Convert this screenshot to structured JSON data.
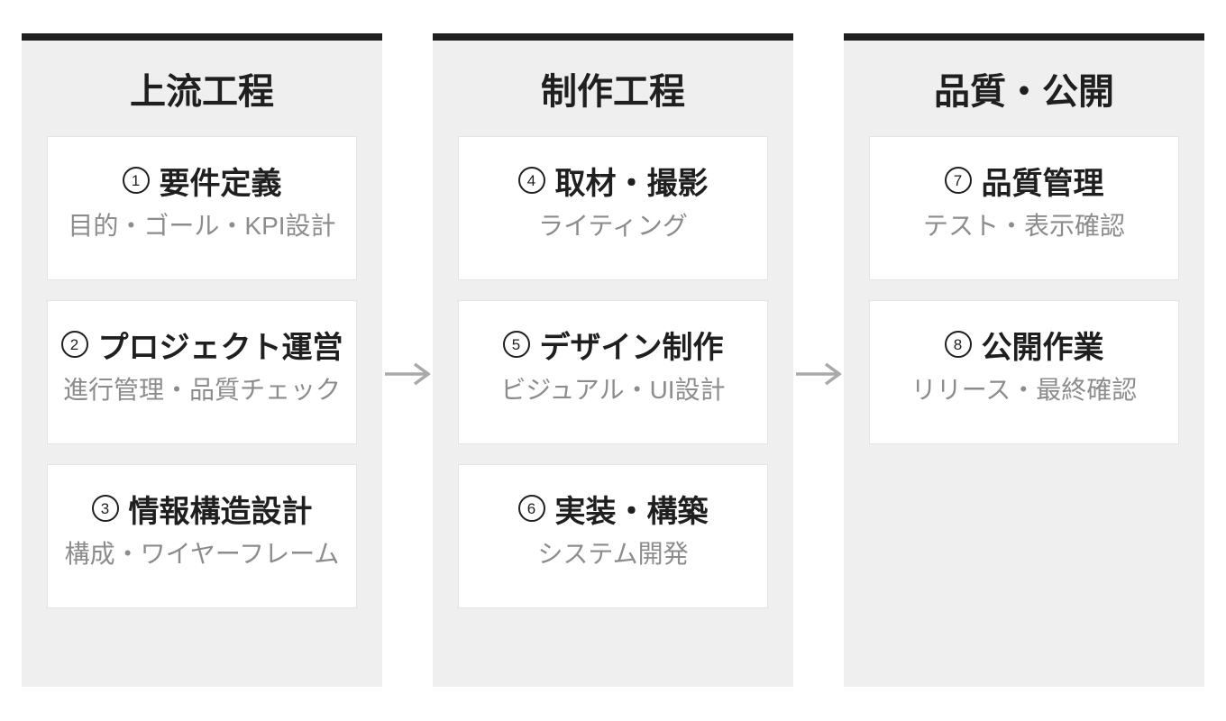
{
  "diagram": {
    "columns": [
      {
        "header": "上流工程",
        "cards": [
          {
            "number": "1",
            "title": "要件定義",
            "subtitle": "目的・ゴール・KPI設計"
          },
          {
            "number": "2",
            "title": "プロジェクト運営",
            "subtitle": "進行管理・品質チェック"
          },
          {
            "number": "3",
            "title": "情報構造設計",
            "subtitle": "構成・ワイヤーフレーム"
          }
        ]
      },
      {
        "header": "制作工程",
        "cards": [
          {
            "number": "4",
            "title": "取材・撮影",
            "subtitle": "ライティング"
          },
          {
            "number": "5",
            "title": "デザイン制作",
            "subtitle": "ビジュアル・UI設計"
          },
          {
            "number": "6",
            "title": "実装・構築",
            "subtitle": "システム開発"
          }
        ]
      },
      {
        "header": "品質・公開",
        "cards": [
          {
            "number": "7",
            "title": "品質管理",
            "subtitle": "テスト・表示確認"
          },
          {
            "number": "8",
            "title": "公開作業",
            "subtitle": "リリース・最終確認"
          }
        ]
      }
    ]
  },
  "colors": {
    "bar": "#1f1f1f",
    "column_bg": "#efefef",
    "card_bg": "#ffffff",
    "card_border": "#e3e3e3",
    "title_text": "#1f1f1f",
    "subtitle_text": "#8c8c8c",
    "arrow": "#a9a9a9"
  }
}
